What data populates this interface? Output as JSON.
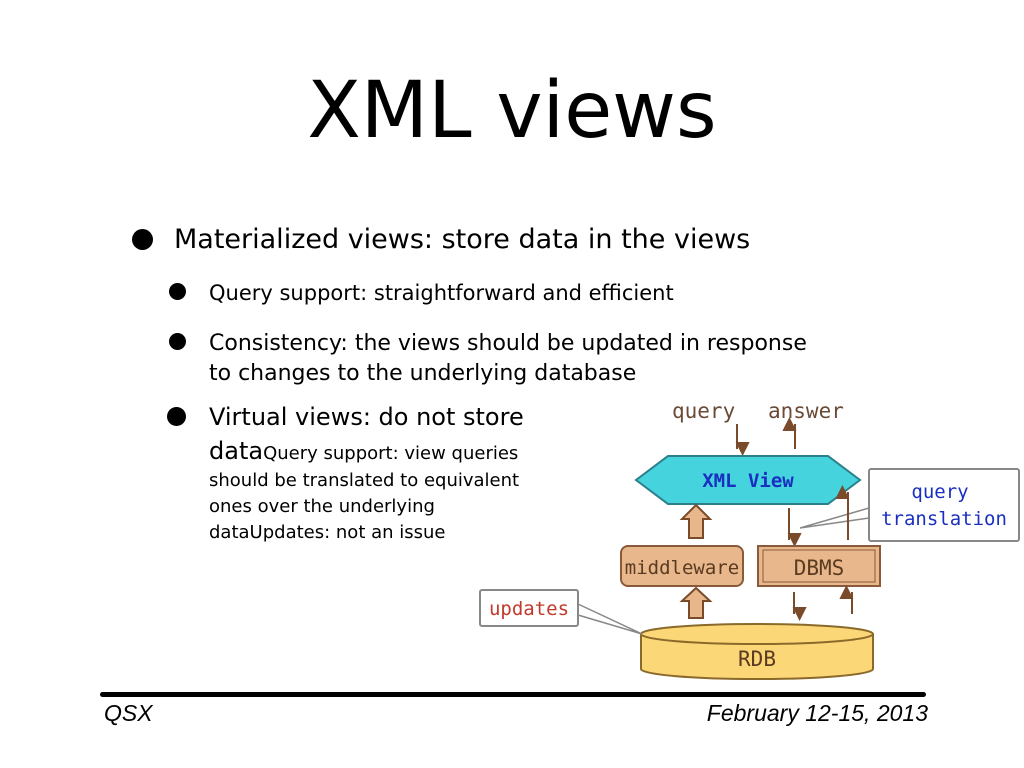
{
  "slide": {
    "title": "XML views",
    "bullets": {
      "materialized": "Materialized views: store data in the views",
      "query_support": "Query support: straightforward and efficient",
      "consistency_line1": "Consistency: the views should be updated in response",
      "consistency_line2": "to changes to the underlying database",
      "virtual_line1": "Virtual views: do not store",
      "virtual_data": "data",
      "virtual_small1": "Query support: view queries",
      "virtual_small2": "should be translated to equivalent",
      "virtual_small3": "ones over the underlying",
      "virtual_small4": "dataUpdates: not an issue"
    },
    "footer": {
      "left": "QSX",
      "right": "February 12-15, 2013"
    }
  },
  "diagram": {
    "query": "query",
    "answer": "answer",
    "xml_view": "XML View",
    "query_translation_1": "query",
    "query_translation_2": "translation",
    "middleware": "middleware",
    "dbms": "DBMS",
    "updates": "updates",
    "rdb": "RDB",
    "colors": {
      "xml_view_fill": "#45d3dd",
      "box_fill": "#e8b88c",
      "rdb_fill": "#fcd777",
      "blue_text": "#1a2fc0",
      "red_text": "#c0392b",
      "arrow": "#7a4b2a"
    }
  }
}
